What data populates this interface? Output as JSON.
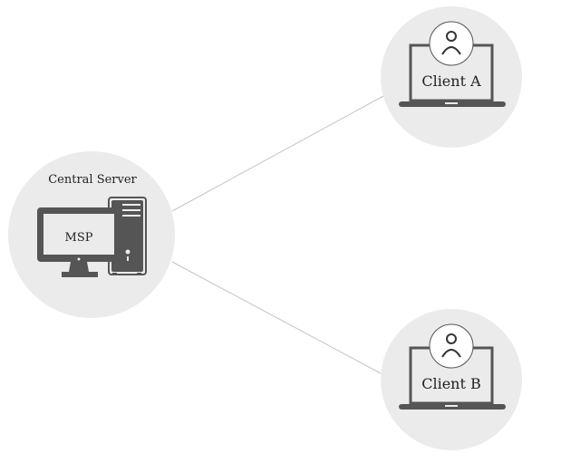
{
  "diagram": {
    "server": {
      "title": "Central Server",
      "screen_label": "MSP",
      "icon": "desktop-computer-tower-icon"
    },
    "clients": [
      {
        "label": "Client A",
        "icon": "laptop-user-icon"
      },
      {
        "label": "Client B",
        "icon": "laptop-user-icon"
      }
    ],
    "connections": [
      {
        "from": "Central Server",
        "to": "Client A"
      },
      {
        "from": "Central Server",
        "to": "Client B"
      }
    ],
    "colors": {
      "node_fill": "#ebebeb",
      "icon": "#555555",
      "line": "#c4c4c4",
      "text": "#222222"
    }
  }
}
